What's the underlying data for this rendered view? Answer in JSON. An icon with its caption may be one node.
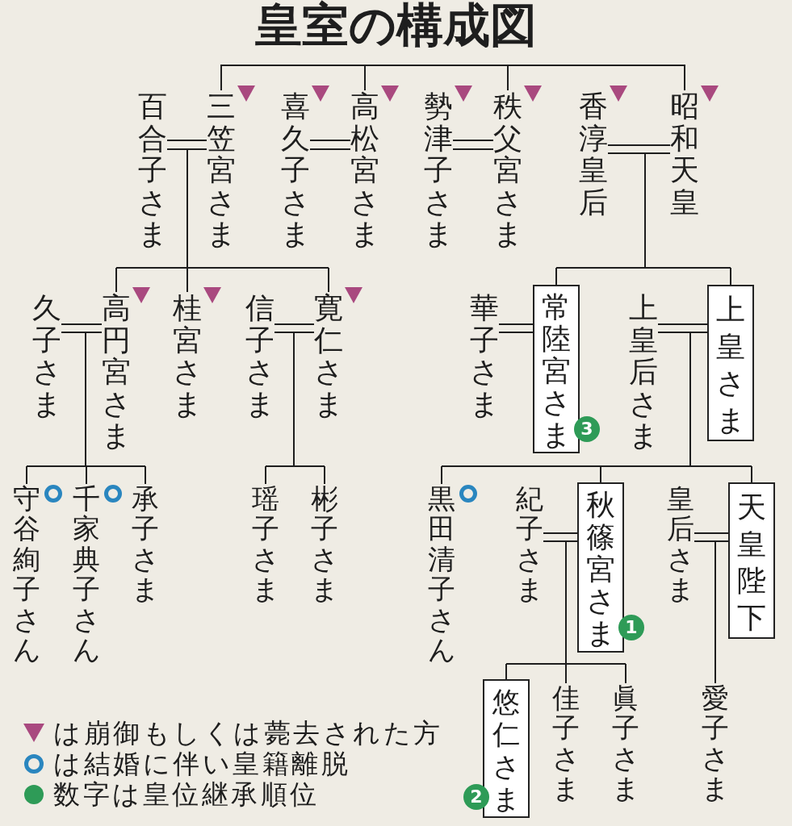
{
  "diagram": {
    "title": "皇室の構成図",
    "nodes": [
      {
        "text": [
          "昭和天皇"
        ]
      },
      {
        "text": [
          "香淳皇后"
        ]
      },
      {
        "text": [
          "秩父宮さま"
        ]
      },
      {
        "text": [
          "勢津子さま"
        ]
      },
      {
        "text": [
          "高松宮さま"
        ]
      },
      {
        "text": [
          "喜久子さま"
        ]
      },
      {
        "text": [
          "三笠宮さま"
        ]
      },
      {
        "text": [
          "百合子さま"
        ]
      },
      {
        "text": [
          "上皇さま"
        ]
      },
      {
        "text": [
          "上皇后さま"
        ]
      },
      {
        "text": [
          "常陸宮さま"
        ],
        "beside": [
          "3"
        ]
      },
      {
        "text": [
          "華子さま"
        ]
      },
      {
        "text": [
          "寛仁さま"
        ]
      },
      {
        "text": [
          "信子さま"
        ]
      },
      {
        "text": [
          "桂宮さま"
        ]
      },
      {
        "text": [
          "高円宮さま"
        ]
      },
      {
        "text": [
          "久子さま"
        ]
      },
      {
        "text": [
          "天皇陛下"
        ]
      },
      {
        "text": [
          "皇后さま"
        ]
      },
      {
        "text": [
          "秋篠宮さま"
        ],
        "beside": [
          "1"
        ]
      },
      {
        "text": [
          "紀子さま"
        ]
      },
      {
        "text": [
          "黒田清子さん"
        ]
      },
      {
        "text": [
          "彬子さま"
        ]
      },
      {
        "text": [
          "瑶子さま"
        ]
      },
      {
        "text": [
          "承子さま"
        ]
      },
      {
        "text": [
          "千家典子さん"
        ]
      },
      {
        "text": [
          "守谷絢子さん"
        ]
      },
      {
        "text": [
          "愛子さま"
        ]
      },
      {
        "text": [
          "眞子さま"
        ]
      },
      {
        "text": [
          "佳子さま"
        ]
      },
      {
        "text": [
          "悠仁さま"
        ],
        "beside": [
          "2"
        ]
      }
    ],
    "edges": [
      {
        "from": 0,
        "to": 2,
        "arrow": "none"
      },
      {
        "from": 2,
        "to": 4,
        "arrow": "none"
      },
      {
        "from": 4,
        "to": 6,
        "arrow": "none"
      },
      {
        "from": 0,
        "to": 1,
        "arrow": "none"
      },
      {
        "from": 2,
        "to": 3,
        "arrow": "none"
      },
      {
        "from": 4,
        "to": 5,
        "arrow": "none"
      },
      {
        "from": 6,
        "to": 7,
        "arrow": "none"
      },
      {
        "from": 0,
        "to": 8,
        "arrow": "none"
      },
      {
        "from": 0,
        "to": 10,
        "arrow": "none"
      },
      {
        "from": 6,
        "to": 12,
        "arrow": "none"
      },
      {
        "from": 6,
        "to": 14,
        "arrow": "none"
      },
      {
        "from": 6,
        "to": 15,
        "arrow": "none"
      },
      {
        "from": 8,
        "to": 9,
        "arrow": "none"
      },
      {
        "from": 10,
        "to": 11,
        "arrow": "none"
      },
      {
        "from": 12,
        "to": 13,
        "arrow": "none"
      },
      {
        "from": 15,
        "to": 16,
        "arrow": "none"
      },
      {
        "from": 8,
        "to": 17,
        "arrow": "none"
      },
      {
        "from": 8,
        "to": 19,
        "arrow": "none"
      },
      {
        "from": 8,
        "to": 21,
        "arrow": "none"
      },
      {
        "from": 12,
        "to": 22,
        "arrow": "none"
      },
      {
        "from": 12,
        "to": 23,
        "arrow": "none"
      },
      {
        "from": 15,
        "to": 24,
        "arrow": "none"
      },
      {
        "from": 15,
        "to": 25,
        "arrow": "none"
      },
      {
        "from": 15,
        "to": 26,
        "arrow": "none"
      },
      {
        "from": 17,
        "to": 18,
        "arrow": "none"
      },
      {
        "from": 19,
        "to": 20,
        "arrow": "none"
      },
      {
        "from": 17,
        "to": 27,
        "arrow": "none"
      },
      {
        "from": 19,
        "to": 28,
        "arrow": "none"
      },
      {
        "from": 19,
        "to": 29,
        "arrow": "none"
      },
      {
        "from": 19,
        "to": 30,
        "arrow": "none"
      }
    ],
    "legend": [
      {
        "text": "は崩御もしくは薨去された方",
        "color": "#a9497f"
      },
      {
        "text": "は結婚に伴い皇籍離脱",
        "color": "#2a86bf"
      },
      {
        "text": "数字は皇位継承順位",
        "color": "#2e9b57"
      }
    ]
  }
}
